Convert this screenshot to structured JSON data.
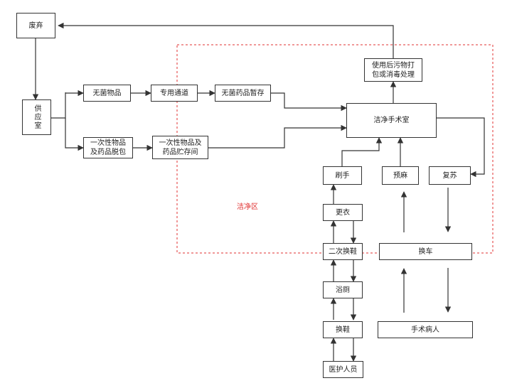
{
  "zone_label": "洁净区",
  "nodes": {
    "discard": "废弃",
    "supply": "供应室",
    "sterile": "无菌物品",
    "channel": "专用通道",
    "sterile_store": "无菌药品暂存",
    "disposable": "一次性物品及药品脱包",
    "disposable_store": "一次性物品及药品贮存间",
    "used": "使用后污物打包或消毒处理",
    "or": "洁净手术室",
    "wash": "刷手",
    "anesth": "预麻",
    "revive": "复苏",
    "change_clothes": "更衣",
    "second_shoes": "二次换鞋",
    "shower": "浴厕",
    "change_shoes": "换鞋",
    "staff": "医护人员",
    "cart": "换车",
    "patient": "手术病人"
  },
  "colors": {
    "line": "#333333",
    "zone_border": "#e03030"
  }
}
